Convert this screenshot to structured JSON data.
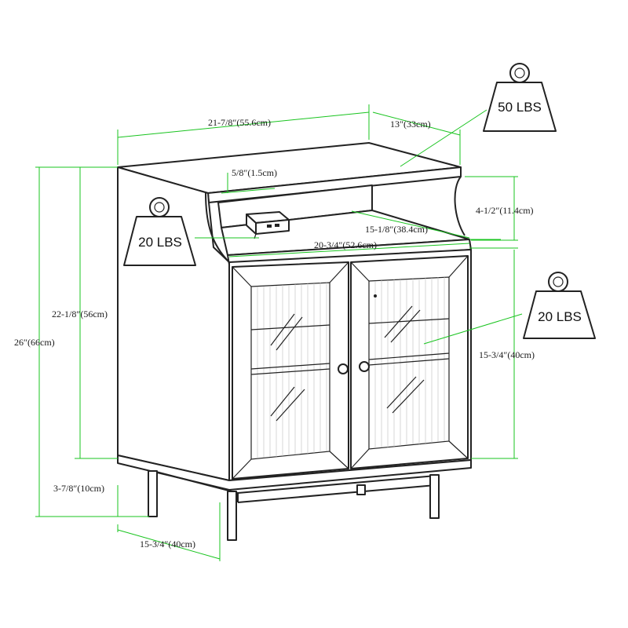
{
  "colors": {
    "line": "#222222",
    "dimension": "#19c41f",
    "background": "#ffffff"
  },
  "dimensions": {
    "top_width": "21-7/8″(55.6cm)",
    "top_depth": "13″(33cm)",
    "shelf_lip": "5/8″(1.5cm)",
    "open_shelf_height": "4-1/2″(11.4cm)",
    "shelf_depth": "15-1/8″(38.4cm)",
    "inner_width": "20-3/4″(52.6cm)",
    "body_height": "22-1/8″(56cm)",
    "total_height": "26″(66cm)",
    "door_height": "15-3/4″(40cm)",
    "leg_height": "3-7/8″(10cm)",
    "base_depth": "15-3/4″(40cm)"
  },
  "weights": {
    "top": "50 LBS",
    "shelf": "20 LBS",
    "interior": "20 LBS"
  }
}
